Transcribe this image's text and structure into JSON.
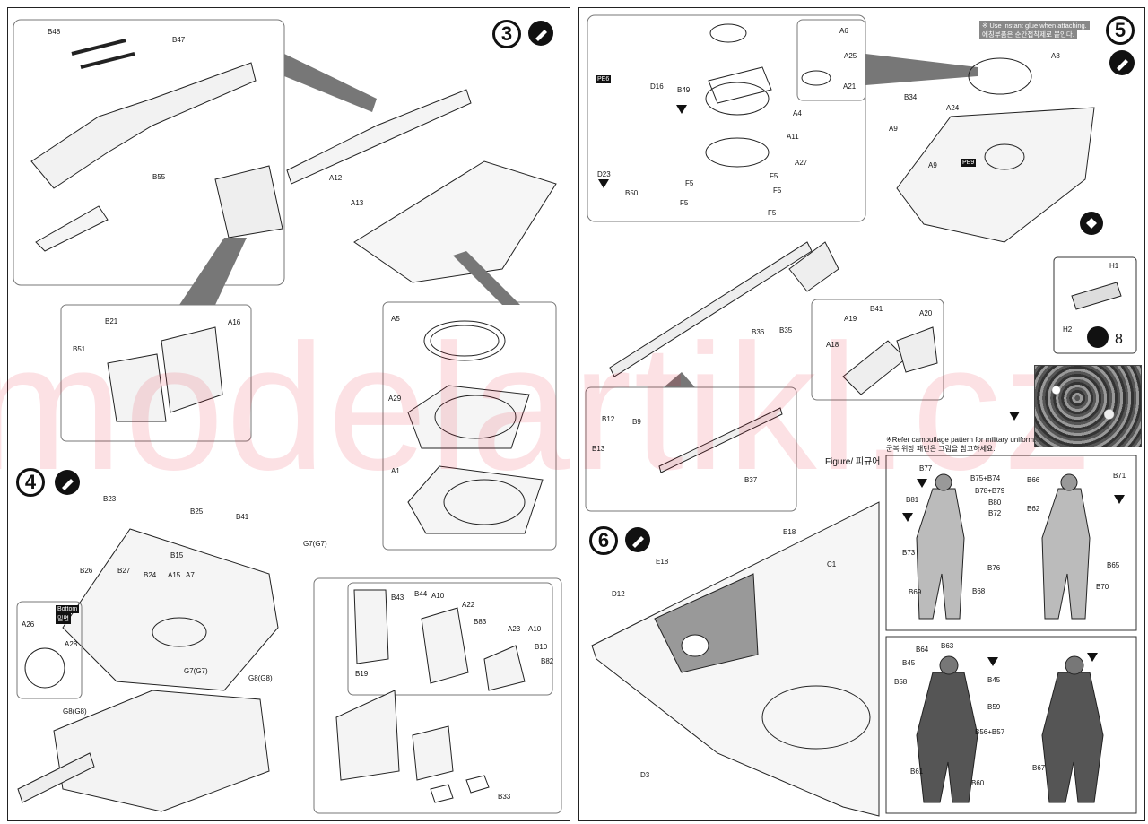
{
  "steps": {
    "s3": "3",
    "s4": "4",
    "s5": "5",
    "s6": "6"
  },
  "notes": {
    "glue_en": "※ Use instant glue when attaching.",
    "glue_ko": "에칭부품은 순간접착제로 붙인다.",
    "camo_en": "※Refer camouflage pattern for military uniform.",
    "camo_ko": "군복 위장 패턴은 그림을 참고하세요.",
    "figure": "Figure/ 피규어",
    "bottom_en": "Bottom",
    "bottom_ko": "밑면",
    "track_count": "8",
    "watermark": "modelartikl.cz"
  },
  "step3_labels": [
    "B48",
    "B47",
    "B55",
    "A12",
    "A13",
    "B21",
    "A16",
    "B51",
    "A5",
    "A29",
    "A1"
  ],
  "step4_labels": [
    "B23",
    "B25",
    "B41",
    "G7(G7)",
    "B15",
    "B26",
    "B27",
    "B24",
    "A15",
    "A7",
    "A26",
    "A28",
    "G7(G7)",
    "G8(G8)",
    "G8(G8)",
    "B43",
    "B44",
    "A10",
    "A22",
    "B83",
    "A23",
    "A10",
    "B10",
    "B82",
    "B19",
    "B33"
  ],
  "step5_labels": [
    "A6",
    "A25",
    "A21",
    "A4",
    "A11",
    "A27",
    "F5",
    "F5",
    "F5",
    "F5",
    "F5",
    "D16",
    "B49",
    "PE6",
    "D23",
    "B50",
    "A8",
    "B34",
    "A24",
    "A9",
    "A9",
    "PE9",
    "H1",
    "H2",
    "B36",
    "B35",
    "B41",
    "A19",
    "A20",
    "A18",
    "B12",
    "B9",
    "B13",
    "B37"
  ],
  "step6_labels": [
    "E18",
    "E18",
    "C1",
    "D12",
    "D3"
  ],
  "figure_labels": [
    "B77",
    "B75+B74",
    "B78+B79",
    "B81",
    "B80",
    "B72",
    "B73",
    "B76",
    "B69",
    "B68",
    "B66",
    "B71",
    "B62",
    "B65",
    "B70",
    "B64",
    "B63",
    "B45",
    "B58",
    "B45",
    "B59",
    "B56+B57",
    "B61",
    "B60",
    "B67"
  ],
  "colors": {
    "ink": "#111111",
    "watermark": "#e8102a",
    "panel_border": "#777777"
  }
}
